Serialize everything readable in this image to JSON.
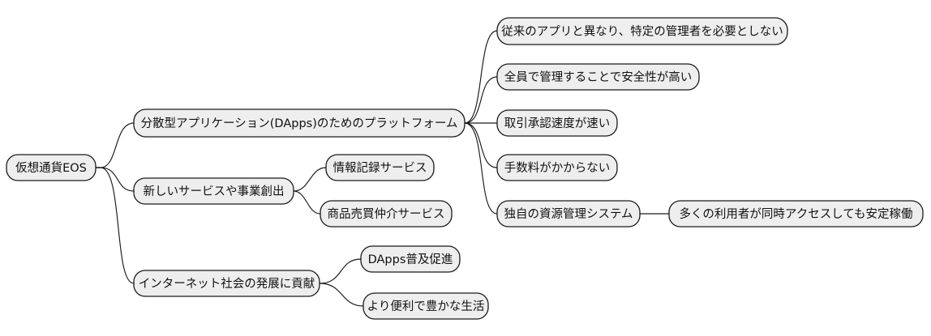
{
  "diagram": {
    "type": "mind-map",
    "title": "",
    "orientation": "left-to-right",
    "style": {
      "node_fill": "#eeeeee",
      "node_stroke": "#1a1a1a",
      "edge_stroke": "#1a1a1a",
      "background": "#ffffff",
      "text_color": "#111111"
    },
    "root": {
      "id": "root",
      "label": "仮想通貨EOS"
    },
    "nodes": [
      {
        "id": "n1",
        "label": "分散型アプリケーション(DApps)のためのプラットフォーム",
        "level": 1,
        "parent": "root"
      },
      {
        "id": "n2",
        "label": "新しいサービスや事業創出",
        "level": 1,
        "parent": "root"
      },
      {
        "id": "n3",
        "label": "インターネット社会の発展に貢献",
        "level": 1,
        "parent": "root"
      },
      {
        "id": "n1a",
        "label": "従来のアプリと異なり、特定の管理者を必要としない",
        "level": 2,
        "parent": "n1"
      },
      {
        "id": "n1b",
        "label": "全員で管理することで安全性が高い",
        "level": 2,
        "parent": "n1"
      },
      {
        "id": "n1c",
        "label": "取引承認速度が速い",
        "level": 2,
        "parent": "n1"
      },
      {
        "id": "n1d",
        "label": "手数料がかからない",
        "level": 2,
        "parent": "n1"
      },
      {
        "id": "n1e",
        "label": "独自の資源管理システム",
        "level": 2,
        "parent": "n1"
      },
      {
        "id": "n1e1",
        "label": "多くの利用者が同時アクセスしても安定稼働",
        "level": 3,
        "parent": "n1e"
      },
      {
        "id": "n2a",
        "label": "情報記録サービス",
        "level": 2,
        "parent": "n2"
      },
      {
        "id": "n2b",
        "label": "商品売買仲介サービス",
        "level": 2,
        "parent": "n2"
      },
      {
        "id": "n3a",
        "label": "DApps普及促進",
        "level": 2,
        "parent": "n3"
      },
      {
        "id": "n3b",
        "label": "より便利で豊かな生活",
        "level": 2,
        "parent": "n3"
      }
    ]
  }
}
